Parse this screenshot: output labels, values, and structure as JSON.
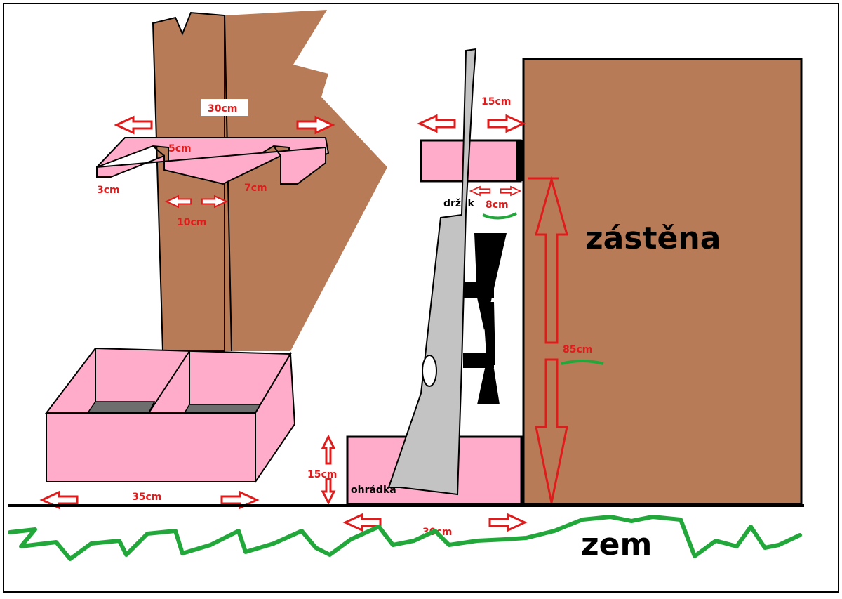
{
  "labels": {
    "wall": "zástěna",
    "ground": "zem",
    "holder": "držák",
    "fence": "ohrádka"
  },
  "dimensions": {
    "rack_width": "30cm",
    "rack_inner_width": "10cm",
    "rack_notch_depth": "5cm",
    "rack_notch_width": "7cm",
    "rack_thickness": "3cm",
    "box_width": "35cm",
    "holder_length": "15cm",
    "holder_gap": "8cm",
    "wall_height": "85cm",
    "fence_height": "15cm",
    "fence_width": "30cm"
  },
  "colors": {
    "brown": "#b87b57",
    "pink": "#ffaccb",
    "red_arrow": "#e01b1b",
    "green": "#22a83a",
    "gray": "#c3c3c3",
    "dark_gray": "#6e6e6e"
  }
}
